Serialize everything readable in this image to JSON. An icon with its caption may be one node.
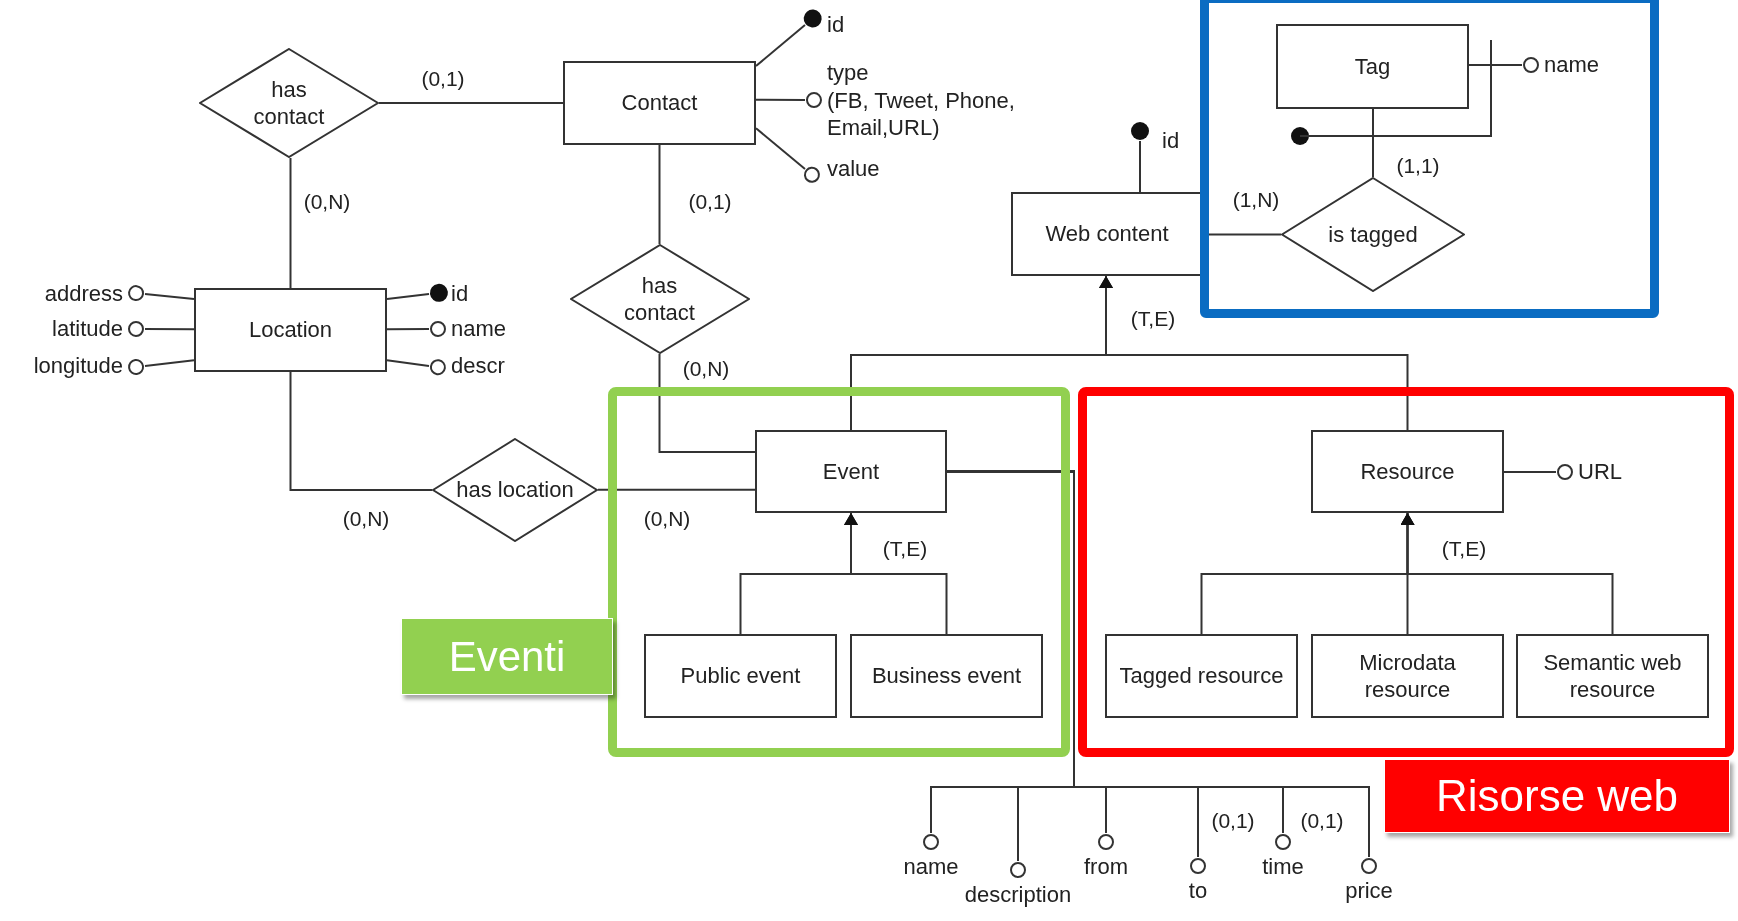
{
  "diagram": {
    "nodes": [
      {
        "text": [
          "has contact"
        ]
      },
      {
        "text": [
          "Contact"
        ]
      },
      {
        "text": [
          "id"
        ]
      },
      {
        "text": [
          "type",
          "(FB, Tweet, Phone, Email,URL)"
        ]
      },
      {
        "text": [
          "value"
        ]
      },
      {
        "text": [
          "has contact"
        ]
      },
      {
        "text": [
          "address"
        ]
      },
      {
        "text": [
          "latitude"
        ]
      },
      {
        "text": [
          "longitude"
        ]
      },
      {
        "text": [
          "Location"
        ]
      },
      {
        "text": [
          "id"
        ]
      },
      {
        "text": [
          "name"
        ]
      },
      {
        "text": [
          "descr"
        ]
      },
      {
        "text": [
          "Web content"
        ]
      },
      {
        "text": [
          "id"
        ]
      },
      {
        "text": [],
        "shape": "box"
      },
      {
        "text": [
          "Tag"
        ],
        "in": 15
      },
      {
        "text": [
          "name"
        ],
        "in": 15
      },
      {
        "text": [
          "is tagged"
        ],
        "in": 15
      },
      {
        "text": [
          "has location"
        ]
      },
      {
        "text": [
          "Eventi"
        ]
      },
      {
        "text": [
          "Event"
        ],
        "in": 20
      },
      {
        "text": [
          "Public event"
        ],
        "in": 20
      },
      {
        "text": [
          "Business event"
        ],
        "in": 20
      },
      {
        "text": [
          "Risorse web"
        ]
      },
      {
        "text": [
          "Resource"
        ],
        "in": 24
      },
      {
        "text": [
          "URL"
        ],
        "in": 24
      },
      {
        "text": [
          "Tagged resource"
        ],
        "in": 24
      },
      {
        "text": [
          "Microdata resource"
        ],
        "in": 24
      },
      {
        "text": [
          "Semantic web resource"
        ],
        "in": 24
      },
      {
        "text": [
          "name"
        ]
      },
      {
        "text": [
          "description"
        ]
      },
      {
        "text": [
          "from"
        ]
      },
      {
        "text": [
          "to"
        ]
      },
      {
        "text": [
          "time"
        ]
      },
      {
        "text": [
          "price"
        ]
      }
    ],
    "edges": [
      {
        "from": 0,
        "to": 1,
        "arrow": "none",
        "label": "(0,1)"
      },
      {
        "from": 0,
        "to": 9,
        "arrow": "none",
        "label": "(0,N)"
      },
      {
        "from": 1,
        "to": 2,
        "arrow": "other"
      },
      {
        "from": 1,
        "to": 3,
        "arrow": "other"
      },
      {
        "from": 1,
        "to": 4,
        "arrow": "other"
      },
      {
        "from": 1,
        "to": 5,
        "arrow": "none",
        "label": "(0,1)"
      },
      {
        "from": 5,
        "to": 21,
        "arrow": "none",
        "label": "(0,N)"
      },
      {
        "from": 9,
        "to": 6,
        "arrow": "other"
      },
      {
        "from": 9,
        "to": 7,
        "arrow": "other"
      },
      {
        "from": 9,
        "to": 8,
        "arrow": "other"
      },
      {
        "from": 9,
        "to": 10,
        "arrow": "other"
      },
      {
        "from": 9,
        "to": 11,
        "arrow": "other"
      },
      {
        "from": 9,
        "to": 12,
        "arrow": "other"
      },
      {
        "from": 9,
        "to": 19,
        "arrow": "none",
        "label": "(0,N)"
      },
      {
        "from": 19,
        "to": 21,
        "arrow": "none",
        "label": "(0,N)"
      },
      {
        "from": 13,
        "to": 14,
        "arrow": "other"
      },
      {
        "from": 13,
        "to": 18,
        "arrow": "none",
        "label": "(1,N)"
      },
      {
        "from": 16,
        "to": 18,
        "arrow": "none",
        "label": "(1,1)"
      },
      {
        "from": 16,
        "to": 17,
        "arrow": "other"
      },
      {
        "from": 21,
        "to": 13,
        "arrow": "to"
      },
      {
        "from": 25,
        "to": 13,
        "arrow": "to"
      },
      {
        "from": 22,
        "to": 21,
        "arrow": "to"
      },
      {
        "from": 23,
        "to": 21,
        "arrow": "to"
      },
      {
        "from": 25,
        "to": 26,
        "arrow": "other"
      },
      {
        "from": 27,
        "to": 25,
        "arrow": "to"
      },
      {
        "from": 28,
        "to": 25,
        "arrow": "to"
      },
      {
        "from": 29,
        "to": 25,
        "arrow": "to"
      },
      {
        "from": 21,
        "to": 30,
        "arrow": "other"
      },
      {
        "from": 21,
        "to": 31,
        "arrow": "other"
      },
      {
        "from": 21,
        "to": 32,
        "arrow": "other"
      },
      {
        "from": 21,
        "to": 33,
        "arrow": "other",
        "label": "(0,1)"
      },
      {
        "from": 21,
        "to": 34,
        "arrow": "other",
        "label": "(0,1)"
      },
      {
        "from": 21,
        "to": 35,
        "arrow": "other"
      }
    ],
    "labels": [
      "(T,E)",
      "(T,E)",
      "(T,E)"
    ]
  }
}
